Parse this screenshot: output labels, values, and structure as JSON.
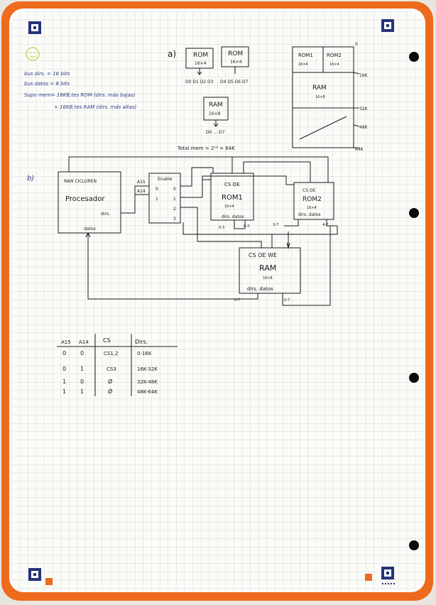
{
  "colors": {
    "paper": "#fbfbf8",
    "border": "#ee6a1c",
    "grid": "#c8ccd2",
    "ink": "#1a1a1a",
    "blue_ink": "#2a3a8a",
    "icon_blue": "#26327a",
    "hole": "#0a0a0a"
  },
  "icons": {
    "corner": "notebook-logo-icon",
    "smiley": "smiley-icon"
  },
  "notes": {
    "line1": "bus dirs. = 16 bits",
    "line2": "bus datos = 8 bits",
    "line3": "Supo mem= 16KB,tes ROM (dirs. más bajas)",
    "line4": "+ 16KB,tes RAM (dirs. más altas)"
  },
  "part_a": {
    "label": "a)",
    "rom1": {
      "name": "ROM",
      "size": "16×4",
      "out": "D0 D1 D2 D3"
    },
    "rom2": {
      "name": "ROM",
      "size": "16×4",
      "out": "D4 D5 D6 D7"
    },
    "ram": {
      "name": "RAM",
      "size": "16×8",
      "out": "D0 ... D7"
    },
    "total": "Total mem = 2¹⁶ = 64K"
  },
  "memmap": {
    "top": "0",
    "rom1": "ROM1",
    "rom1_size": "16×4",
    "rom2": "ROM2",
    "rom2_size": "16×4",
    "ram": "RAM",
    "ram_size": "16×8",
    "l16": "16K",
    "l32": "32K",
    "l48": "48K",
    "l64": "64K"
  },
  "part_b": {
    "label": "b)",
    "proc": {
      "title": "RAW CICLOREN",
      "name": "Procesador",
      "dirs": "dirs.",
      "datos": "datos"
    },
    "a15": "A15",
    "a14": "A14",
    "decoder": {
      "enable": "Enable",
      "o0": "0",
      "o1": "1",
      "o0b": "0",
      "o1b": "1",
      "o2": "2",
      "o3": "3"
    },
    "rom1": {
      "pins": "CS  OE",
      "name": "ROM1",
      "size": "16×4",
      "dirs": "dirs.",
      "datos": "datos",
      "d1": "0-3",
      "d2": "0-3"
    },
    "rom2": {
      "pins": "CS   OE",
      "name": "ROM2",
      "size": "16×4",
      "dirs": "dirs.",
      "datos": "datos",
      "d1": "3-7",
      "d2": "4-7"
    },
    "ram": {
      "pins": "CS  OE  WE",
      "name": "RAM",
      "size": "16×8",
      "dirs": "dirs.",
      "datos": "datos",
      "d1": "0-7",
      "d2": "0-7"
    }
  },
  "table": {
    "headers": [
      "A15",
      "A14",
      "CS",
      "Dirs."
    ],
    "rows": [
      [
        "0",
        "0",
        "CS1,2",
        "0-16K"
      ],
      [
        "0",
        "1",
        "CS3",
        "16K-32K"
      ],
      [
        "1",
        "0",
        "Ø",
        "32K-48K"
      ],
      [
        "1",
        "1",
        "Ø",
        "48K-64K"
      ]
    ]
  }
}
